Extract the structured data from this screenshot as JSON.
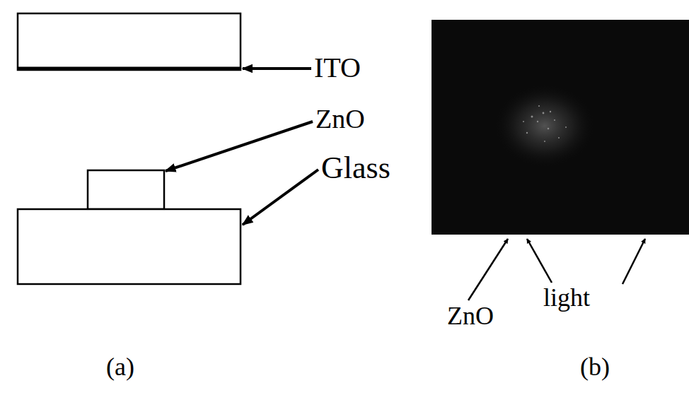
{
  "diagram": {
    "labels": [
      "ITO",
      "ZnO",
      "Glass",
      "ZnO",
      "light",
      "(a)",
      "(b)"
    ]
  }
}
